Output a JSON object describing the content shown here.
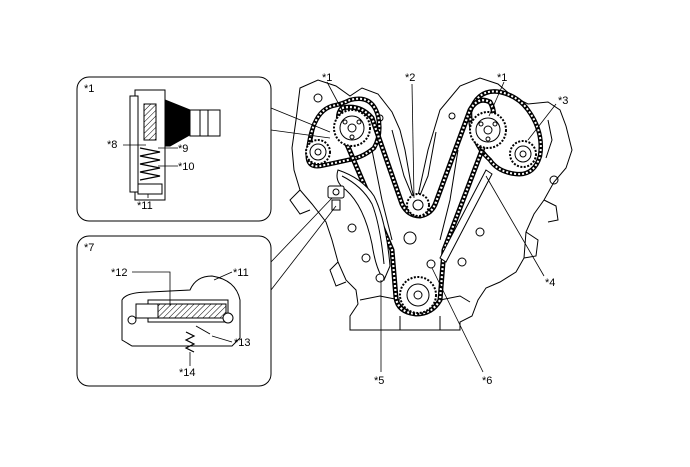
{
  "callouts": {
    "c1_left": "*1",
    "c1_right": "*1",
    "c2": "*2",
    "c3": "*3",
    "c4": "*4",
    "c5": "*5",
    "c6": "*6"
  },
  "inset_top": {
    "title": "*1",
    "c8": "*8",
    "c9": "*9",
    "c10": "*10",
    "c11": "*11"
  },
  "inset_bottom": {
    "title": "*7",
    "c11": "*11",
    "c12": "*12",
    "c13": "*13",
    "c14": "*14"
  }
}
